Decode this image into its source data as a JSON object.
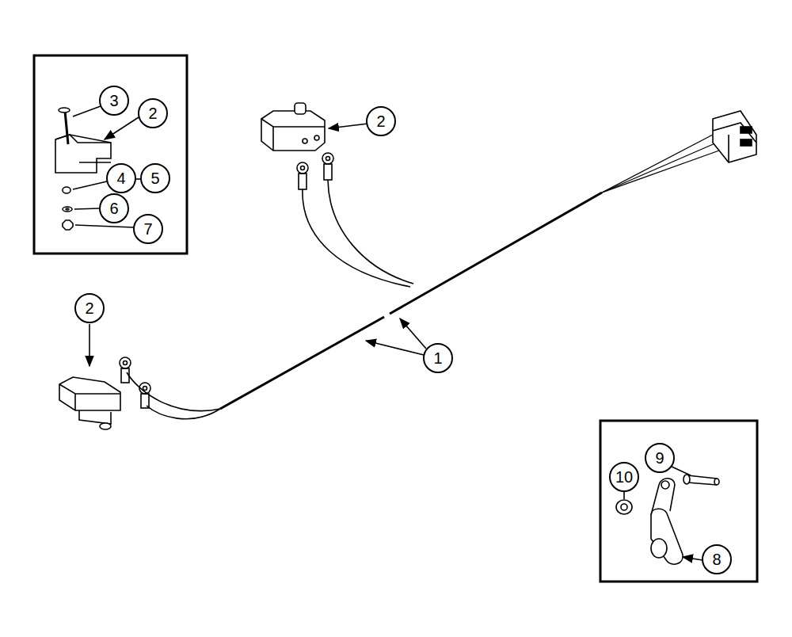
{
  "diagram": {
    "labels": [
      "3",
      "2",
      "2",
      "4",
      "5",
      "6",
      "7",
      "2",
      "1",
      "9",
      "10",
      "8"
    ]
  }
}
